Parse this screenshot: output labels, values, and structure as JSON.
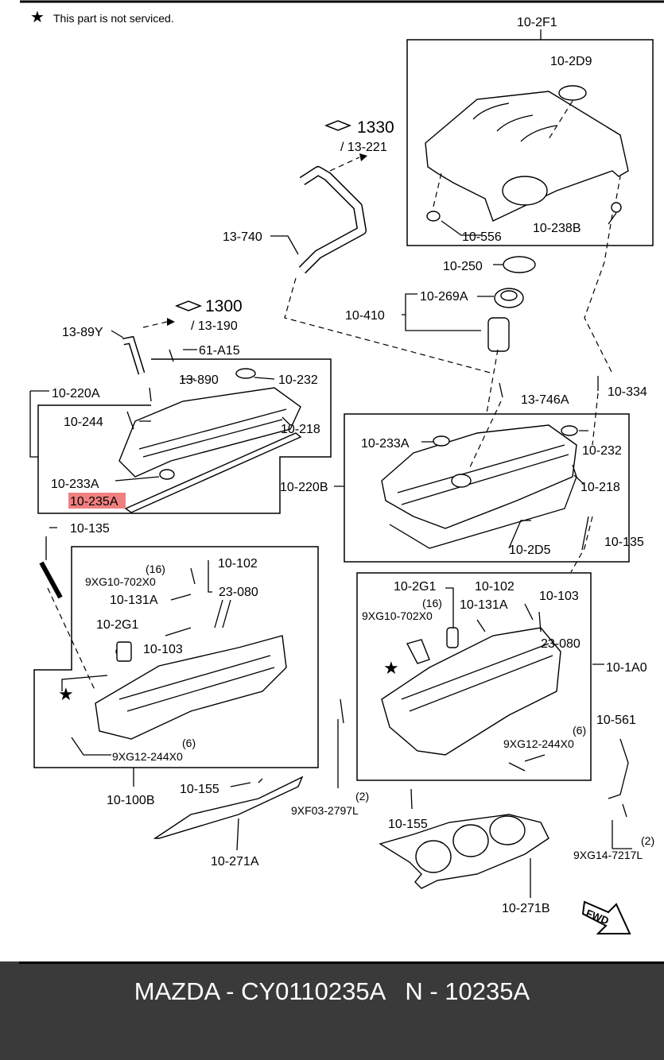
{
  "note": {
    "symbol": "★",
    "text": "This part is not serviced."
  },
  "callouts": [
    {
      "id": "c1",
      "text": "10-2F1"
    },
    {
      "id": "c2",
      "text": "10-2D9"
    },
    {
      "id": "c3",
      "text": "1330"
    },
    {
      "id": "c4",
      "text": "/ 13-221"
    },
    {
      "id": "c5",
      "text": "13-740"
    },
    {
      "id": "c6",
      "text": "10-556"
    },
    {
      "id": "c7",
      "text": "10-238B"
    },
    {
      "id": "c8",
      "text": "10-250"
    },
    {
      "id": "c9",
      "text": "1300"
    },
    {
      "id": "c10",
      "text": "/ 13-190"
    },
    {
      "id": "c11",
      "text": "10-269A"
    },
    {
      "id": "c12",
      "text": "10-410"
    },
    {
      "id": "c13",
      "text": "13-89Y"
    },
    {
      "id": "c14",
      "text": "61-A15"
    },
    {
      "id": "c15",
      "text": "13-890"
    },
    {
      "id": "c16",
      "text": "10-232"
    },
    {
      "id": "c17",
      "text": "10-220A"
    },
    {
      "id": "c18",
      "text": "10-244"
    },
    {
      "id": "c19",
      "text": "10-218"
    },
    {
      "id": "c20",
      "text": "13-746A"
    },
    {
      "id": "c21",
      "text": "10-334"
    },
    {
      "id": "c22",
      "text": "10-233A"
    },
    {
      "id": "c23",
      "text": "10-232"
    },
    {
      "id": "c24",
      "text": "10-233A"
    },
    {
      "id": "c25",
      "text": "10-218"
    },
    {
      "id": "c26",
      "text": "10-220B"
    },
    {
      "id": "c27",
      "text": "10-2D5"
    },
    {
      "id": "c28",
      "text": "10-135"
    },
    {
      "id": "c29",
      "text": "10-135"
    },
    {
      "id": "c30",
      "text": "(16)"
    },
    {
      "id": "c31",
      "text": "9XG10-702X0"
    },
    {
      "id": "c32",
      "text": "10-102"
    },
    {
      "id": "c33",
      "text": "10-131A"
    },
    {
      "id": "c34",
      "text": "23-080"
    },
    {
      "id": "c35",
      "text": "10-2G1"
    },
    {
      "id": "c36",
      "text": "10-103"
    },
    {
      "id": "c37",
      "text": "10-2G1"
    },
    {
      "id": "c38",
      "text": "10-102"
    },
    {
      "id": "c39",
      "text": "(16)"
    },
    {
      "id": "c40",
      "text": "10-103"
    },
    {
      "id": "c41",
      "text": "9XG10-702X0"
    },
    {
      "id": "c42",
      "text": "10-131A"
    },
    {
      "id": "c43",
      "text": "23-080"
    },
    {
      "id": "c44",
      "text": "10-1A0"
    },
    {
      "id": "c45",
      "text": "(6)"
    },
    {
      "id": "c46",
      "text": "9XG12-244X0"
    },
    {
      "id": "c47",
      "text": "10-561"
    },
    {
      "id": "c48",
      "text": "(6)"
    },
    {
      "id": "c49",
      "text": "9XG12-244X0"
    },
    {
      "id": "c50",
      "text": "10-100B"
    },
    {
      "id": "c51",
      "text": "10-155"
    },
    {
      "id": "c52",
      "text": "(2)"
    },
    {
      "id": "c53",
      "text": "9XF03-2797L"
    },
    {
      "id": "c54",
      "text": "10-155"
    },
    {
      "id": "c55",
      "text": "(2)"
    },
    {
      "id": "c56",
      "text": "9XG14-7217L"
    },
    {
      "id": "c57",
      "text": "10-271A"
    },
    {
      "id": "c58",
      "text": "10-271B"
    },
    {
      "id": "c59",
      "text": "FWD"
    }
  ],
  "highlight": {
    "text": "10-235A",
    "color": "#f08080"
  },
  "footer": {
    "text": "MAZDA - CY0110235A   N - 10235A",
    "bg": "#3a3a3a"
  }
}
